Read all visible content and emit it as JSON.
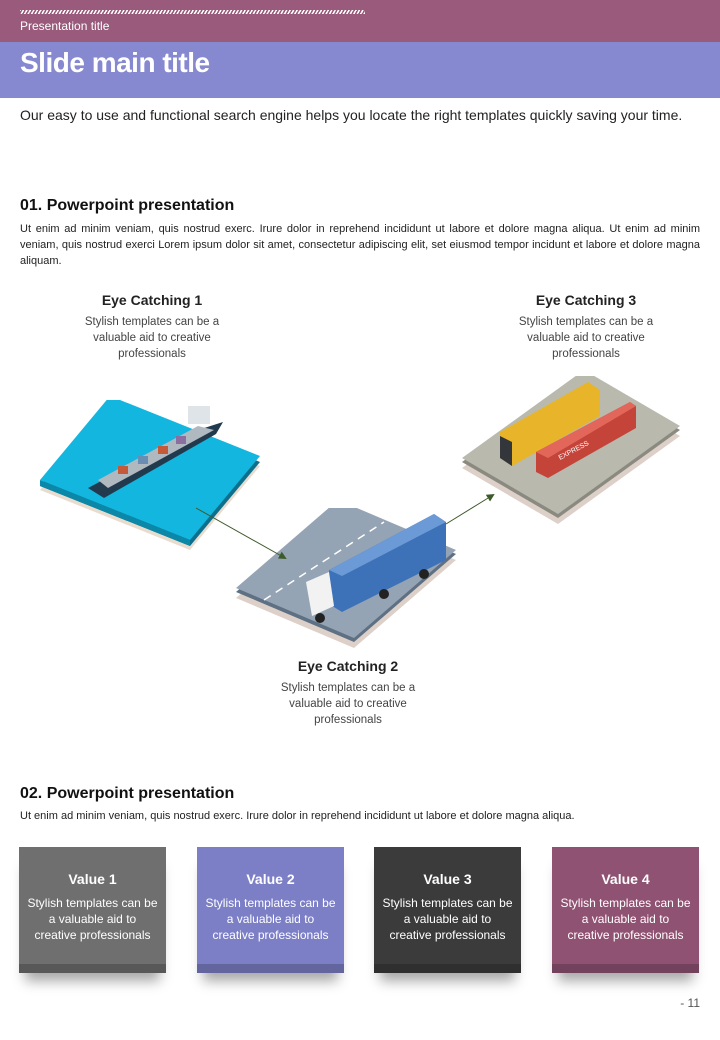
{
  "header": {
    "presentation_title": "Presentation title",
    "slide_title": "Slide main title"
  },
  "intro": "Our easy to use and functional search engine helps you locate the right templates quickly saving your time.",
  "section1": {
    "heading": "01. Powerpoint presentation",
    "text": "Ut enim ad minim veniam, quis nostrud exerc. Irure dolor in reprehend incididunt ut labore et dolore magna aliqua. Ut enim ad minim veniam, quis nostrud exerci  Lorem ipsum dolor sit amet, consectetur adipiscing elit, set eiusmod tempor incidunt et labore et dolore magna aliquam.",
    "items": [
      {
        "title": "Eye  Catching 1",
        "desc": "Stylish templates can be a valuable aid to creative professionals"
      },
      {
        "title": "Eye  Catching 2",
        "desc": "Stylish templates can be a valuable aid to creative professionals"
      },
      {
        "title": "Eye  Catching 3",
        "desc": "Stylish templates can be a valuable aid to creative professionals"
      }
    ]
  },
  "section2": {
    "heading": "02. Powerpoint presentation",
    "text": "Ut enim ad minim veniam, quis nostrud exerc. Irure dolor in reprehend incididunt ut labore et dolore magna aliqua.",
    "values": [
      {
        "title": "Value 1",
        "desc": "Stylish templates can be a valuable aid to creative professionals",
        "color": "#6f6f6f"
      },
      {
        "title": "Value 2",
        "desc": "Stylish templates can be a valuable aid to creative professionals",
        "color": "#7c7fc6"
      },
      {
        "title": "Value 3",
        "desc": "Stylish templates can be a valuable aid to creative professionals",
        "color": "#3b3b3b"
      },
      {
        "title": "Value 4",
        "desc": "Stylish templates can be a valuable aid to creative professionals",
        "color": "#8f5272"
      }
    ]
  },
  "page_number": "- 11"
}
